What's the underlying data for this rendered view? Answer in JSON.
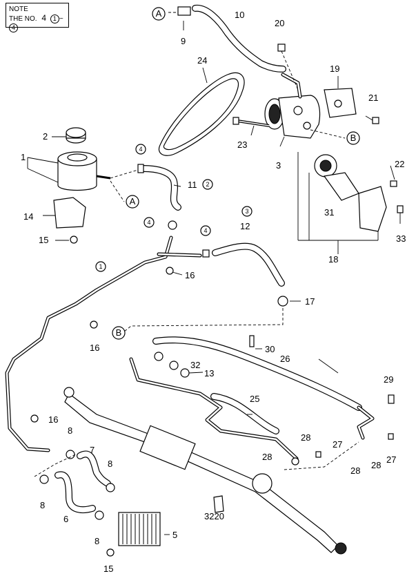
{
  "note": {
    "title": "NOTE",
    "line": "THE NO.",
    "number": "4",
    "range_start": "1",
    "range_sep": "~",
    "range_end": "4"
  },
  "labels": {
    "p1": "1",
    "p2": "2",
    "p3": "3",
    "p5": "5",
    "p6": "6",
    "p7": "7",
    "p8a": "8",
    "p8b": "8",
    "p8c": "8",
    "p8d": "8",
    "p9": "9",
    "p10": "10",
    "p11": "11",
    "p12": "12",
    "p13": "13",
    "p14": "14",
    "p15a": "15",
    "p15b": "15",
    "p16a": "16",
    "p16b": "16",
    "p16c": "16",
    "p17": "17",
    "p18": "18",
    "p19": "19",
    "p20": "20",
    "p21": "21",
    "p22": "22",
    "p23": "23",
    "p24": "24",
    "p25": "25",
    "p26": "26",
    "p27a": "27",
    "p27b": "27",
    "p28a": "28",
    "p28b": "28",
    "p28c": "28",
    "p28d": "28",
    "p29": "29",
    "p30": "30",
    "p31": "31",
    "p32": "32",
    "p33": "33",
    "p3220": "3220"
  },
  "refs": {
    "A_top": "A",
    "A_mid": "A",
    "B_pump": "B",
    "B_line": "B",
    "c1": "1",
    "c2": "2",
    "c3": "3",
    "c4a": "4",
    "c4b": "4",
    "c4c": "4"
  }
}
